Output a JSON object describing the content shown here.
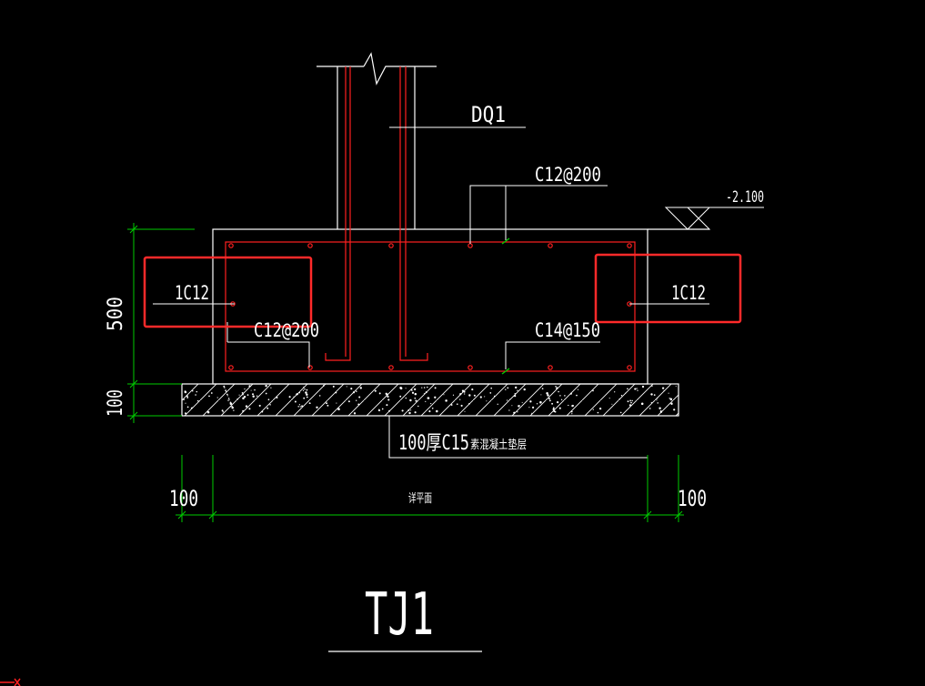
{
  "drawing": {
    "wall_label": "DQ1",
    "top_rebar_label": "C12@200",
    "elevation_label": "-2.100",
    "left_bar_label": "1C12",
    "right_bar_label": "1C12",
    "left_stirrup_label": "C12@200",
    "bottom_rebar_label": "C14@150",
    "height_dim": "500",
    "pad_dim": "100",
    "cushion_label_prefix": "100厚C15",
    "cushion_label_suffix": "素混凝土垫层",
    "left_width_dim": "100",
    "right_width_dim": "100",
    "center_width_label": "详平面",
    "title": "TJ1"
  },
  "colors": {
    "background": "#000000",
    "outline": "#ffffff",
    "rebar": "#ff2020",
    "dimension": "#00cc00",
    "highlight": "#ff2a2a"
  }
}
